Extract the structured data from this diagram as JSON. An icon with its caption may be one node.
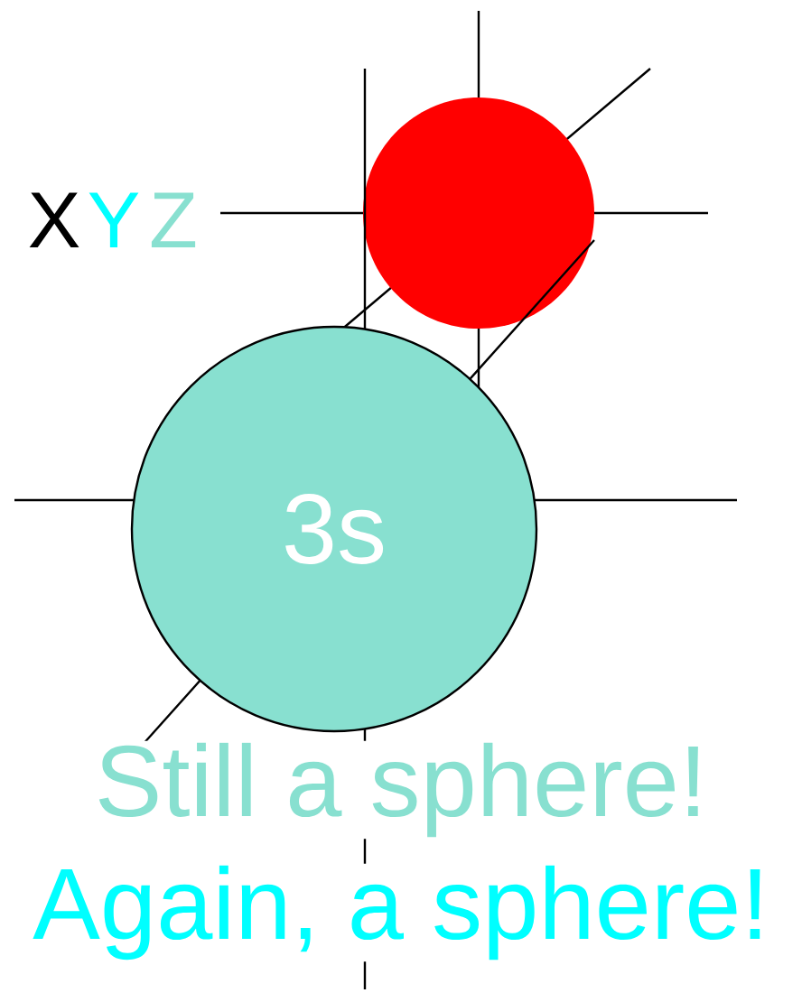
{
  "diagram": {
    "nodes": [
      {
        "text": [],
        "shape": "circle"
      },
      {
        "text": [
          "3s"
        ]
      }
    ],
    "labels": [
      "X",
      "Y",
      "Z",
      "Still a sphere!",
      "Again, a sphere!"
    ]
  }
}
